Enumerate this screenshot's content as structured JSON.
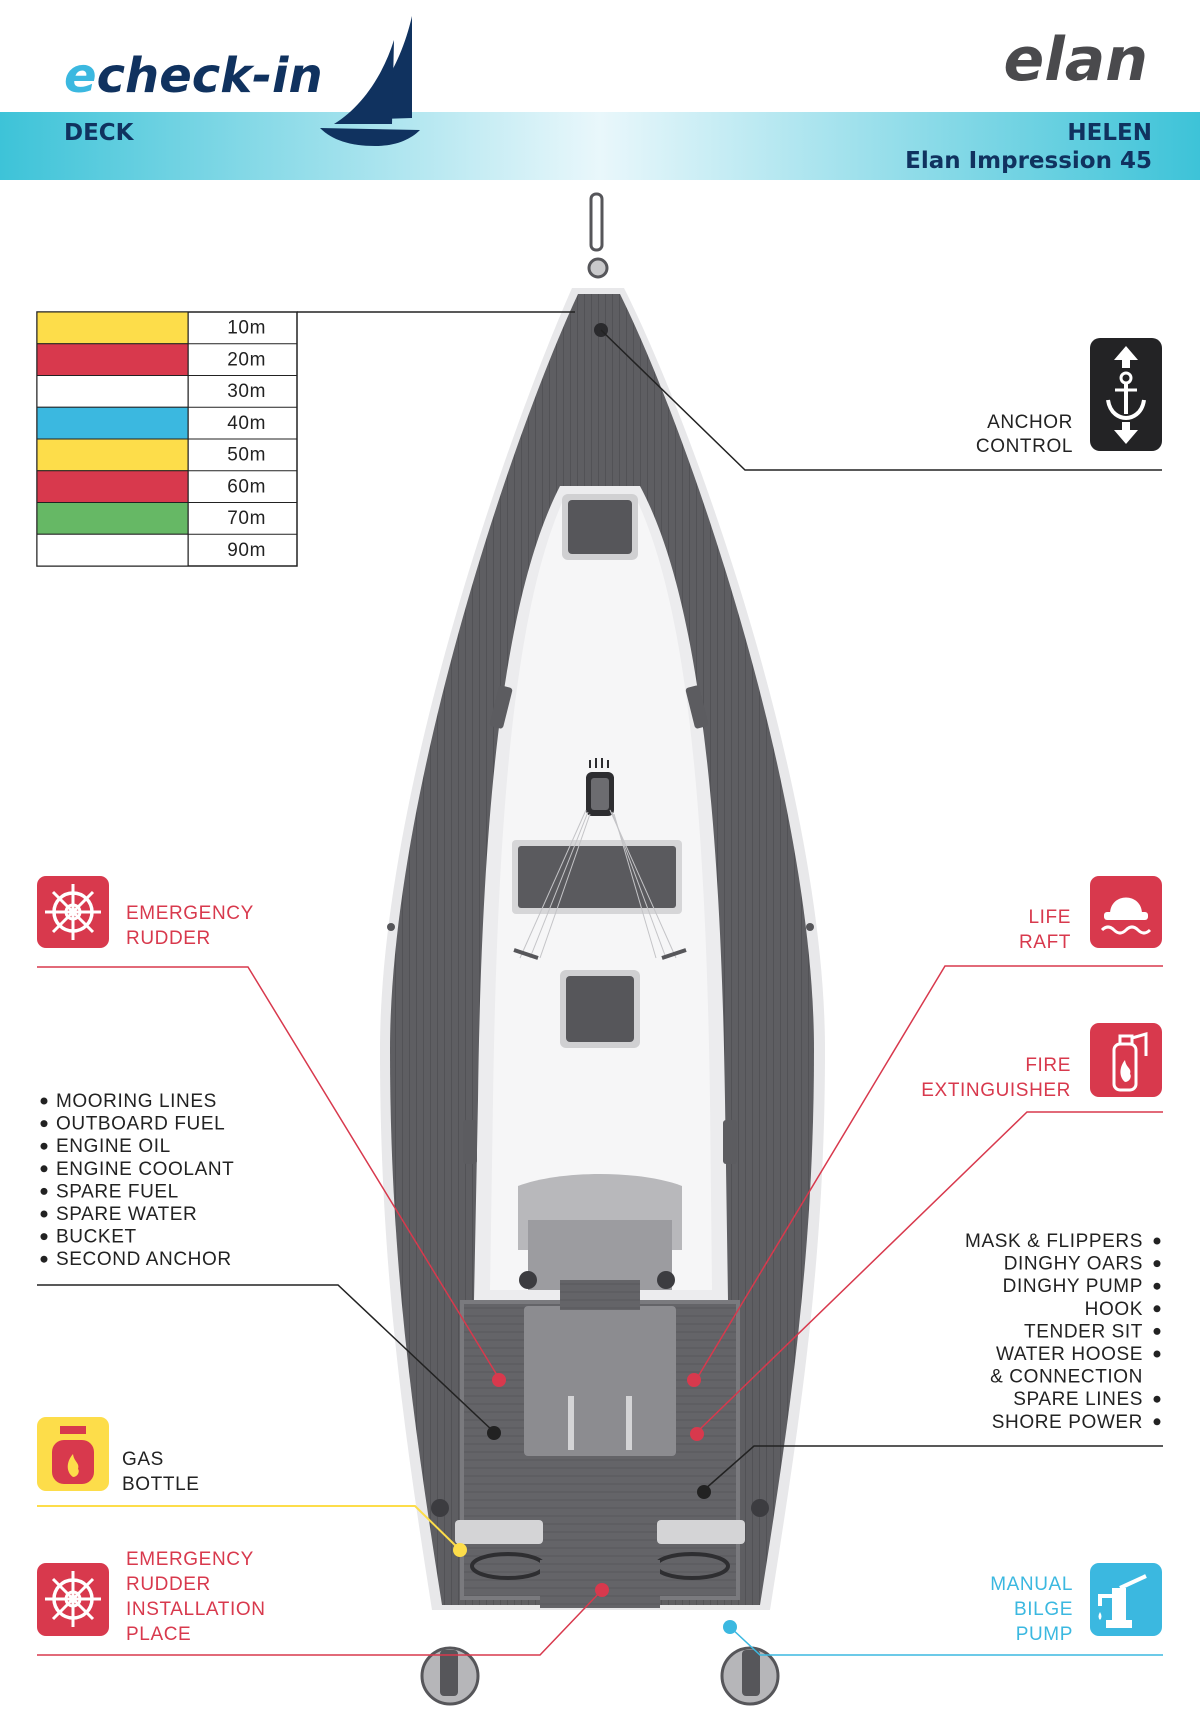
{
  "header": {
    "logo_prefix": "e",
    "logo_rest": "check-in",
    "brand": "elan",
    "section": "DECK",
    "boat_name": "HELEN",
    "boat_model": "Elan Impression 45"
  },
  "chain_legend": {
    "rows": [
      {
        "length": "10m",
        "color": "#fddd4a"
      },
      {
        "length": "20m",
        "color": "#d8394d"
      },
      {
        "length": "30m",
        "color": "#ffffff"
      },
      {
        "length": "40m",
        "color": "#3bb8e0"
      },
      {
        "length": "50m",
        "color": "#fddd4a"
      },
      {
        "length": "60m",
        "color": "#d8394d"
      },
      {
        "length": "70m",
        "color": "#66b865"
      },
      {
        "length": "90m",
        "color": "#ffffff"
      }
    ]
  },
  "labels": {
    "anchor_control": [
      "ANCHOR",
      "CONTROL"
    ],
    "emergency_rudder": [
      "EMERGENCY",
      "RUDDER"
    ],
    "life_raft": [
      "LIFE",
      "RAFT"
    ],
    "fire_extinguisher": [
      "FIRE",
      "EXTINGUISHER"
    ],
    "gas_bottle": [
      "GAS",
      "BOTTLE"
    ],
    "emergency_rudder_place": [
      "EMERGENCY",
      "RUDDER",
      "INSTALLATION",
      "PLACE"
    ],
    "manual_bilge_pump": [
      "MANUAL",
      "BILGE",
      "PUMP"
    ]
  },
  "port_locker_items": [
    "MOORING LINES",
    "OUTBOARD FUEL",
    "ENGINE OIL",
    "ENGINE COOLANT",
    "SPARE FUEL",
    "SPARE WATER",
    "BUCKET",
    "SECOND ANCHOR"
  ],
  "starboard_locker_items": [
    "MASK & FLIPPERS",
    "DINGHY OARS",
    "DINGHY PUMP",
    "HOOK",
    "TENDER SIT",
    "WATER HOOSE",
    "& CONNECTION",
    "SPARE LINES",
    "SHORE POWER"
  ],
  "colors": {
    "accent_red": "#d8394d",
    "accent_yellow": "#fddd4a",
    "accent_blue": "#3bb8e0",
    "navy": "#10325f",
    "hull_dark": "#606064"
  },
  "icons": {
    "anchor_control": "anchor-windlass-icon",
    "emergency_rudder": "ship-wheel-icon",
    "life_raft": "life-raft-icon",
    "fire_extinguisher": "fire-extinguisher-icon",
    "gas_bottle": "gas-bottle-icon",
    "emergency_rudder_place": "ship-wheel-icon",
    "manual_bilge_pump": "hand-pump-icon"
  }
}
